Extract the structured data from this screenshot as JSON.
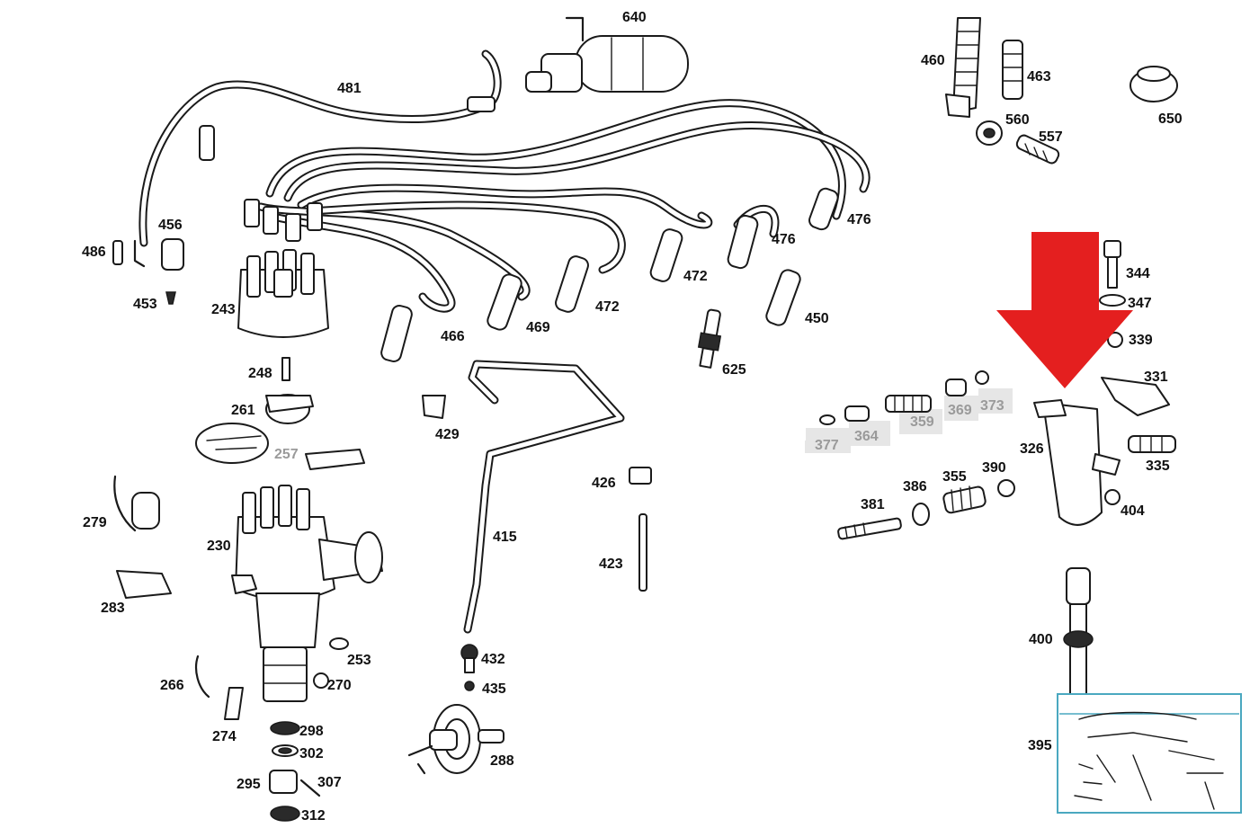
{
  "diagram": {
    "highlight_color": "#e41f1f",
    "thumbnail_border_color": "#4aa8c0",
    "labels": {
      "p640": "640",
      "p481": "481",
      "p460": "460",
      "p463": "463",
      "p650": "650",
      "p560": "560",
      "p557": "557",
      "p476a": "476",
      "p476b": "476",
      "p486": "486",
      "p456": "456",
      "p453": "453",
      "p243": "243",
      "p472a": "472",
      "p472b": "472",
      "p469": "469",
      "p466": "466",
      "p450": "450",
      "p625": "625",
      "p344": "344",
      "p347": "347",
      "p339": "339",
      "p331": "331",
      "p248": "248",
      "p261": "261",
      "p257": "257",
      "p429": "429",
      "p377": "377",
      "p364": "364",
      "p359": "359",
      "p369": "369",
      "p373": "373",
      "p326": "326",
      "p335": "335",
      "p279": "279",
      "p426": "426",
      "p386": "386",
      "p355": "355",
      "p390": "390",
      "p381": "381",
      "p404": "404",
      "p230": "230",
      "p415": "415",
      "p423": "423",
      "p283": "283",
      "p400": "400",
      "p432": "432",
      "p253": "253",
      "p266": "266",
      "p270": "270",
      "p435": "435",
      "p298": "298",
      "p274": "274",
      "p302": "302",
      "p395": "395",
      "p288": "288",
      "p295": "295",
      "p307": "307",
      "p312": "312"
    }
  }
}
